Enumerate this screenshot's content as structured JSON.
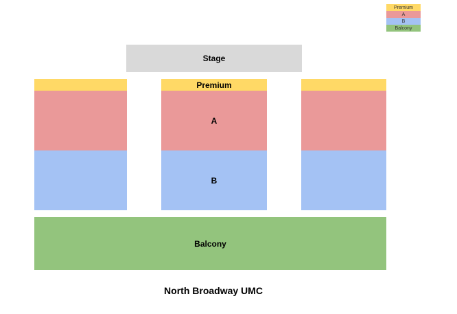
{
  "legend": [
    "Premium",
    "A",
    "B",
    "Balcony"
  ],
  "sections": {
    "stage": "Stage",
    "premium": "Premium",
    "a": "A",
    "b": "B",
    "balcony": "Balcony"
  },
  "title": "North Broadway UMC",
  "colors": {
    "premium": "#FFD966",
    "a": "#EA9999",
    "b": "#A4C2F4",
    "balcony": "#93C47D",
    "stage": "#D9D9D9"
  }
}
